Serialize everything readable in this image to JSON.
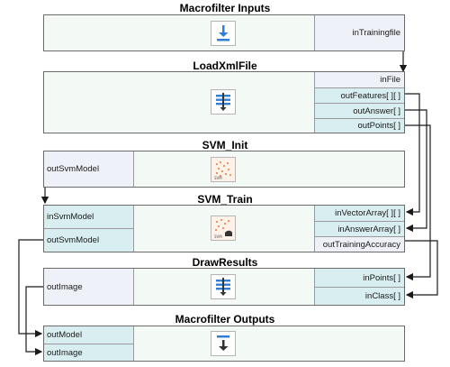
{
  "blocks": {
    "inputs": {
      "title": "Macrofilter Inputs",
      "out_ports": [
        "inTrainingfile"
      ]
    },
    "load": {
      "title": "LoadXmlFile",
      "out_ports": [
        "inFile",
        "outFeatures[ ][ ]",
        "outAnswer[ ]",
        "outPoints[ ]"
      ]
    },
    "init": {
      "title": "SVM_Init",
      "in_ports": [
        "outSvmModel"
      ]
    },
    "train": {
      "title": "SVM_Train",
      "in_ports": [
        "inSvmModel",
        "outSvmModel"
      ],
      "out_ports": [
        "inVectorArray[ ][ ]",
        "inAnswerArray[ ]",
        "outTrainingAccuracy"
      ]
    },
    "draw": {
      "title": "DrawResults",
      "in_ports": [
        "outImage"
      ],
      "out_ports": [
        "inPoints[ ]",
        "inClass[ ]"
      ]
    },
    "outputs": {
      "title": "Macrofilter Outputs",
      "in_ports": [
        "outModel",
        "outImage"
      ]
    }
  },
  "icons": {
    "inputs": "download-icon",
    "load": "filter-stack-icon",
    "init": "svm-scatter-icon",
    "train": "svm-train-icon",
    "draw": "filter-stack-icon",
    "outputs": "upload-icon"
  },
  "colors": {
    "wire": "#1a1a1a",
    "block_bg": "#f3faf5",
    "port_teal": "#d9eef0",
    "port_plain": "#eef1f8",
    "icon_blue": "#2f7fd6"
  }
}
